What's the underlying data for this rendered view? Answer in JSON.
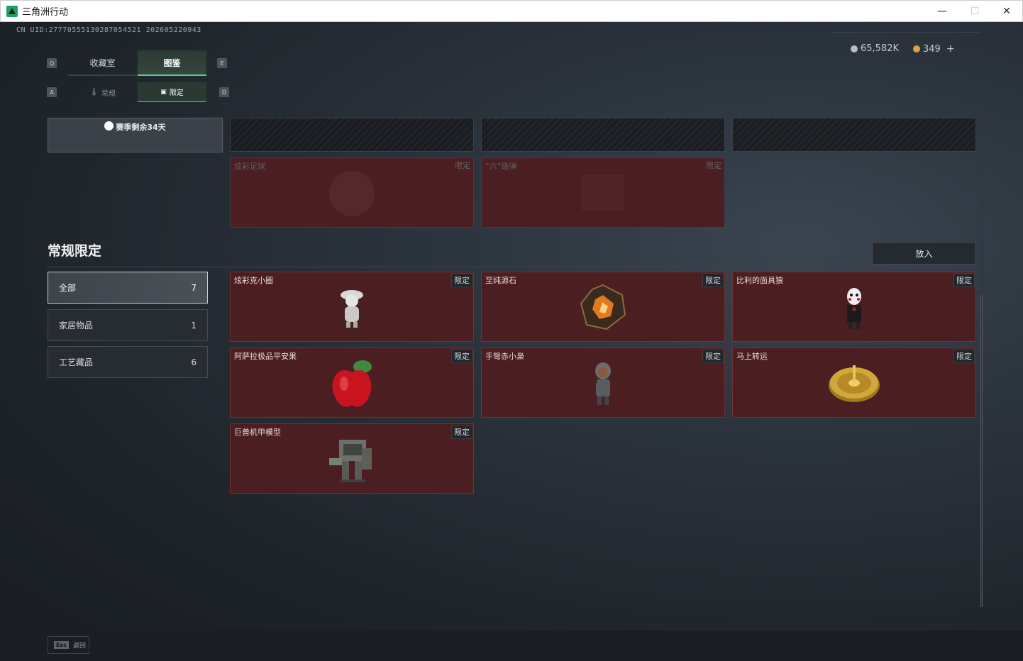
{
  "window": {
    "title": "三角洲行动",
    "minimize": "—",
    "maximize": "☐",
    "close": "✕"
  },
  "header": {
    "uid": "CN UID:27770555130287054521 202605220943",
    "currency1": "65,582K",
    "currency2": "349",
    "add": "+",
    "colors": {
      "coin1": "#b8bec4",
      "coin2": "#d9a441"
    }
  },
  "tabs": {
    "key_left": "Q",
    "key_right": "E",
    "main": [
      {
        "label": "收藏室"
      },
      {
        "label": "图鉴"
      }
    ],
    "sub_key_left": "A",
    "sub_key_right": "D",
    "sub": [
      {
        "label": "常规",
        "icon": "thermometer-icon"
      },
      {
        "label": "限定",
        "icon": "image-icon"
      }
    ]
  },
  "season": {
    "label": "赛季剩余34天"
  },
  "prev_section": {
    "cards": [
      {
        "name": "炫彩足球",
        "tag": "限定"
      },
      {
        "name": "“六”级弹",
        "tag": "限定"
      }
    ]
  },
  "section": {
    "title": "常规限定",
    "action_button": "放入",
    "categories": [
      {
        "label": "全部",
        "count": "7"
      },
      {
        "label": "家居物品",
        "count": "1"
      },
      {
        "label": "工艺藏品",
        "count": "6"
      }
    ],
    "items": [
      {
        "name": "炫彩克小圈",
        "tag": "限定",
        "icon": "figure-icon"
      },
      {
        "name": "至纯源石",
        "tag": "限定",
        "icon": "gem-icon"
      },
      {
        "name": "比利的面具狼",
        "tag": "限定",
        "icon": "puppet-icon"
      },
      {
        "name": "阿萨拉极品平安果",
        "tag": "限定",
        "icon": "apple-icon"
      },
      {
        "name": "手弩赤小枭",
        "tag": "限定",
        "icon": "operator-icon"
      },
      {
        "name": "马上转运",
        "tag": "限定",
        "icon": "wheel-icon"
      },
      {
        "name": "巨兽机甲模型",
        "tag": "限定",
        "icon": "mech-icon"
      }
    ],
    "card_color": "#4b1e22"
  },
  "footer": {
    "key": "Esc",
    "label": "返回"
  }
}
